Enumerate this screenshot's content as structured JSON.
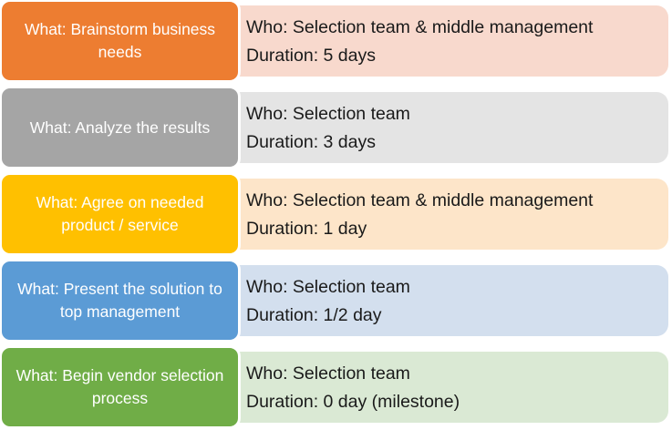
{
  "steps": [
    {
      "title": "What: Brainstorm business needs",
      "who": "Who: Selection team & middle management",
      "duration": "Duration: 5 days",
      "box_color": "#ed7d31",
      "panel_color": "#f8d9cd"
    },
    {
      "title": "What: Analyze the results",
      "who": "Who: Selection team",
      "duration": "Duration: 3 days",
      "box_color": "#a5a5a5",
      "panel_color": "#e4e4e4"
    },
    {
      "title": "What: Agree on needed product / service",
      "who": "Who: Selection team & middle management",
      "duration": "Duration: 1 day",
      "box_color": "#ffc000",
      "panel_color": "#fde5c9"
    },
    {
      "title": "What: Present the solution to top management",
      "who": "Who: Selection team",
      "duration": "Duration: 1/2 day",
      "box_color": "#5b9bd5",
      "panel_color": "#d3dfee"
    },
    {
      "title": "What: Begin vendor selection process",
      "who": "Who: Selection team",
      "duration": "Duration: 0 day (milestone)",
      "box_color": "#70ad47",
      "panel_color": "#dae9d4"
    }
  ],
  "bullet_symbol": "•"
}
